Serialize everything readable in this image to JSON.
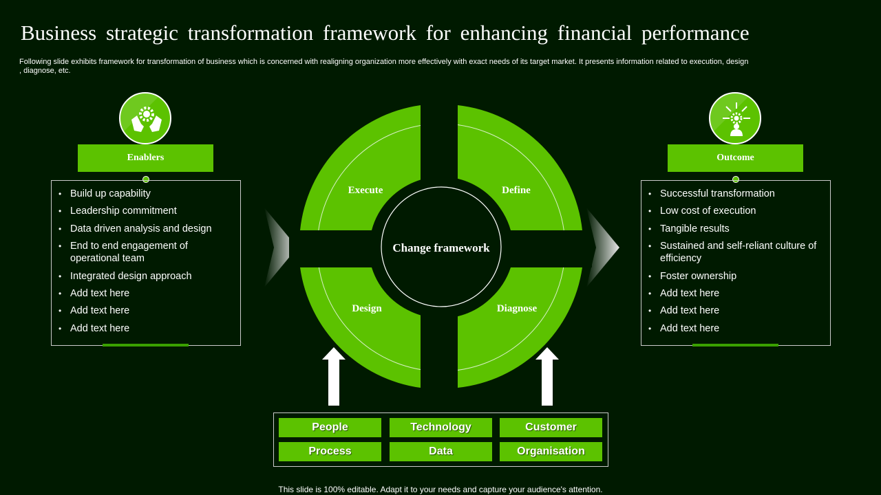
{
  "title": "Business strategic transformation framework for enhancing financial performance",
  "subtitle": "Following slide exhibits framework for transformation of business which is concerned with realigning organization more effectively with exact needs of its target market. It presents information related to execution, design , diagnose, etc.",
  "colors": {
    "background": "#001a00",
    "accent": "#5cc200",
    "text": "#ffffff"
  },
  "enablers": {
    "icon": "gear-hands-icon",
    "label": "Enablers",
    "items": [
      "Build up capability",
      "Leadership commitment",
      "Data driven analysis and design",
      "End to end engagement of operational team",
      "Integrated design approach",
      "Add text here",
      "Add text here",
      "Add text here"
    ]
  },
  "outcome": {
    "icon": "person-gear-icon",
    "label": "Outcome",
    "items": [
      "Successful transformation",
      "Low cost of execution",
      "Tangible results",
      "Sustained and self-reliant culture of efficiency",
      "Foster ownership",
      "Add text here",
      "Add text here",
      "Add text here"
    ]
  },
  "framework": {
    "center": "Change framework",
    "quadrants": {
      "top_left": "Execute",
      "top_right": "Define",
      "bottom_left": "Design",
      "bottom_right": "Diagnose"
    }
  },
  "foundations": [
    "People",
    "Technology",
    "Customer",
    "Process",
    "Data",
    "Organisation"
  ],
  "footnote": "This slide is 100% editable. Adapt it to your needs and capture your audience's attention."
}
